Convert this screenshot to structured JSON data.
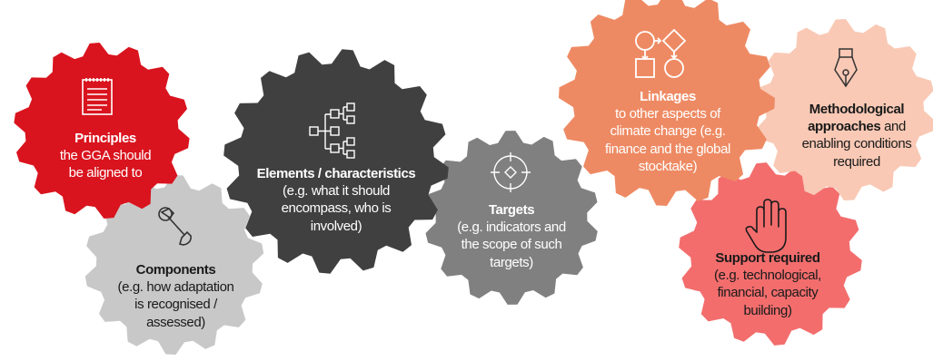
{
  "gears": [
    {
      "id": "principles",
      "color": "#d9141e",
      "icon": "notepad-icon",
      "title": "Principles",
      "lines": [
        "the GGA should",
        "be aligned to"
      ],
      "text_color": "#ffffff"
    },
    {
      "id": "components",
      "color": "#c8c8c8",
      "icon": "wrench-icon",
      "title": "Components",
      "lines": [
        "(e.g. how adaptation",
        "is recognised /",
        "assessed)"
      ],
      "text_color": "#1a1a1a"
    },
    {
      "id": "elements",
      "color": "#404040",
      "icon": "hierarchy-icon",
      "title": "Elements / characteristics",
      "lines": [
        "(e.g. what it should",
        "encompass, who is",
        "involved)"
      ],
      "text_color": "#ffffff"
    },
    {
      "id": "targets",
      "color": "#808080",
      "icon": "target-icon",
      "title": "Targets",
      "lines": [
        "(e.g. indicators and",
        "the scope of such",
        "targets)"
      ],
      "text_color": "#ffffff"
    },
    {
      "id": "linkages",
      "color": "#ee8a63",
      "icon": "flowchart-icon",
      "title": "Linkages",
      "lines": [
        "to other aspects of",
        "climate change (e.g.",
        "finance and the global",
        "stocktake)"
      ],
      "text_color": "#ffffff"
    },
    {
      "id": "methodological",
      "color": "#f9c9b5",
      "icon": "pen-nib-icon",
      "title_lines": [
        "Methodological",
        "approaches"
      ],
      "title_suffix": " and",
      "lines": [
        "enabling conditions",
        "required"
      ],
      "text_color": "#1a1a1a"
    },
    {
      "id": "support",
      "color": "#f36d6d",
      "icon": "hand-icon",
      "title": "Support required",
      "lines": [
        "(e.g. technological,",
        "financial, capacity",
        "building)"
      ],
      "text_color": "#1a1a1a"
    }
  ]
}
